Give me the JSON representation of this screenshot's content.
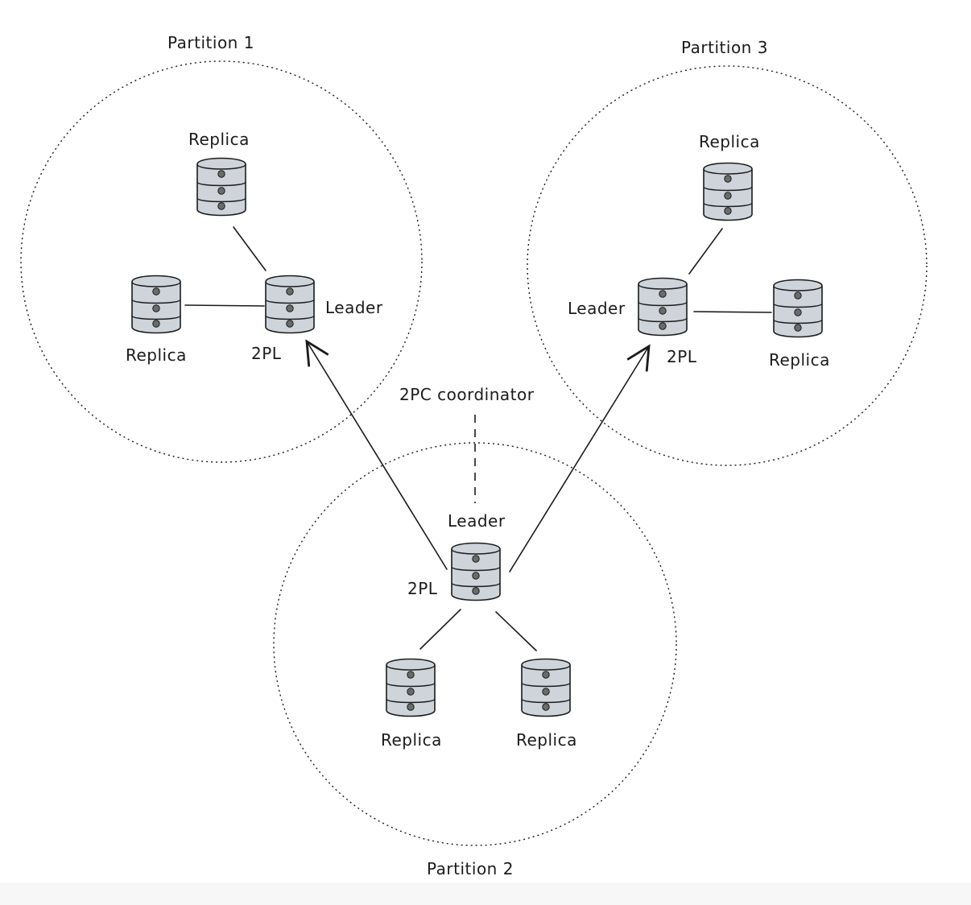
{
  "diagram": {
    "partitions": [
      {
        "label": "Partition 1",
        "leader_label": "Leader",
        "lock_label": "2PL",
        "replica_labels": [
          "Replica",
          "Replica"
        ]
      },
      {
        "label": "Partition 2",
        "leader_label": "Leader",
        "lock_label": "2PL",
        "replica_labels": [
          "Replica",
          "Replica"
        ]
      },
      {
        "label": "Partition 3",
        "leader_label": "Leader",
        "lock_label": "2PL",
        "replica_labels": [
          "Replica",
          "Replica"
        ]
      }
    ],
    "coordinator_label": "2PC coordinator",
    "colors": {
      "database_fill": "#ced4da",
      "stroke": "#1b1b1b",
      "background": "#ffffff"
    }
  }
}
